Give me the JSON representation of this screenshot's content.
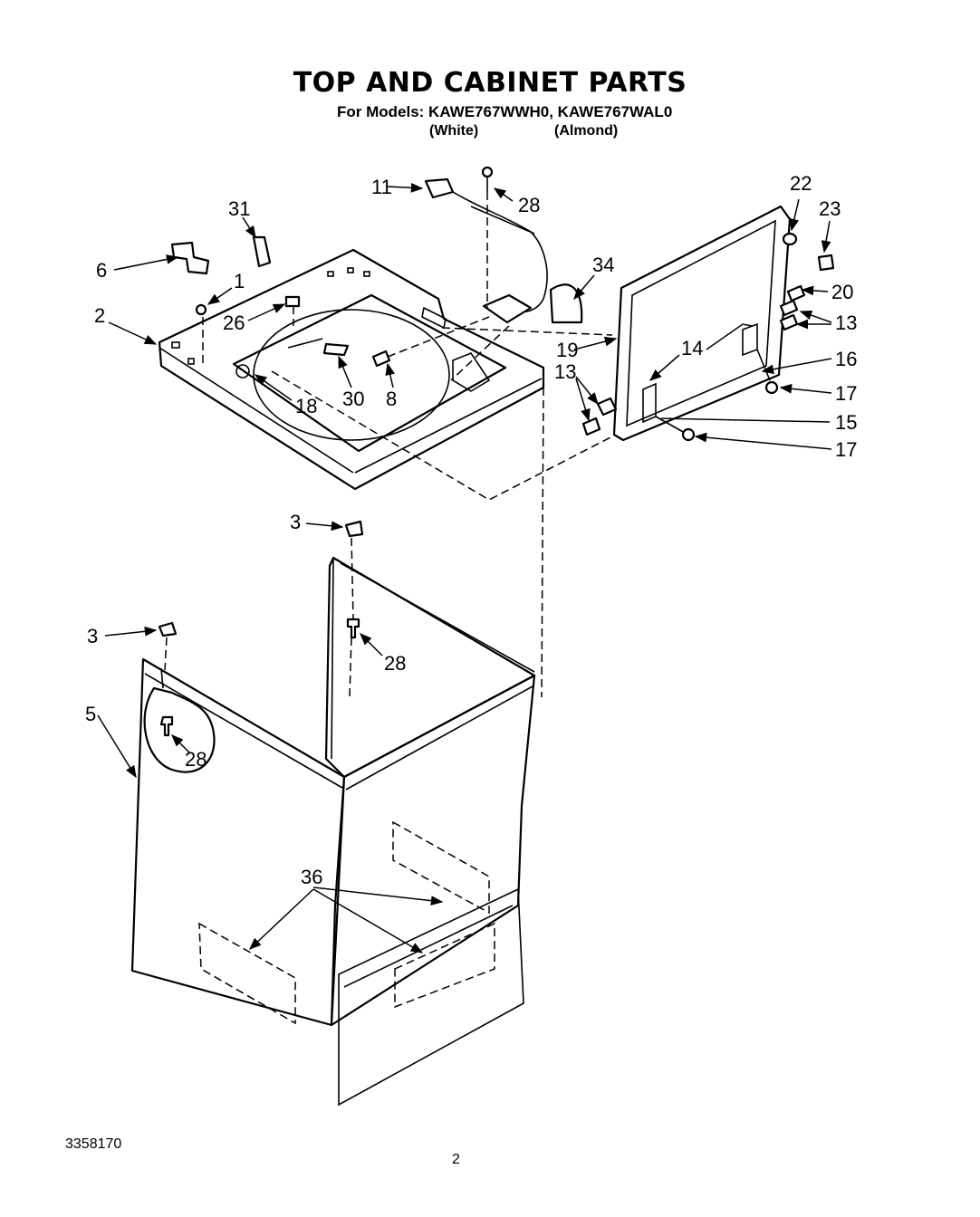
{
  "header": {
    "title": "TOP AND CABINET PARTS",
    "subtitle": "For Models: KAWE767WWH0, KAWE767WAL0",
    "variant_white": "(White)",
    "variant_almond": "(Almond)"
  },
  "footer": {
    "doc_number": "3358170",
    "page_number": "2"
  },
  "callouts": [
    {
      "id": "c11",
      "text": "11"
    },
    {
      "id": "c28a",
      "text": "28"
    },
    {
      "id": "c22",
      "text": "22"
    },
    {
      "id": "c23",
      "text": "23"
    },
    {
      "id": "c31",
      "text": "31"
    },
    {
      "id": "c34",
      "text": "34"
    },
    {
      "id": "c6",
      "text": "6"
    },
    {
      "id": "c1",
      "text": "1"
    },
    {
      "id": "c20",
      "text": "20"
    },
    {
      "id": "c2",
      "text": "2"
    },
    {
      "id": "c26",
      "text": "26"
    },
    {
      "id": "c13a",
      "text": "13"
    },
    {
      "id": "c19",
      "text": "19"
    },
    {
      "id": "c14",
      "text": "14"
    },
    {
      "id": "c16",
      "text": "16"
    },
    {
      "id": "c13b",
      "text": "13"
    },
    {
      "id": "c18",
      "text": "18"
    },
    {
      "id": "c30",
      "text": "30"
    },
    {
      "id": "c8",
      "text": "8"
    },
    {
      "id": "c17a",
      "text": "17"
    },
    {
      "id": "c15",
      "text": "15"
    },
    {
      "id": "c17b",
      "text": "17"
    },
    {
      "id": "c3a",
      "text": "3"
    },
    {
      "id": "c3b",
      "text": "3"
    },
    {
      "id": "c28b",
      "text": "28"
    },
    {
      "id": "c5",
      "text": "5"
    },
    {
      "id": "c28c",
      "text": "28"
    },
    {
      "id": "c36",
      "text": "36"
    }
  ]
}
